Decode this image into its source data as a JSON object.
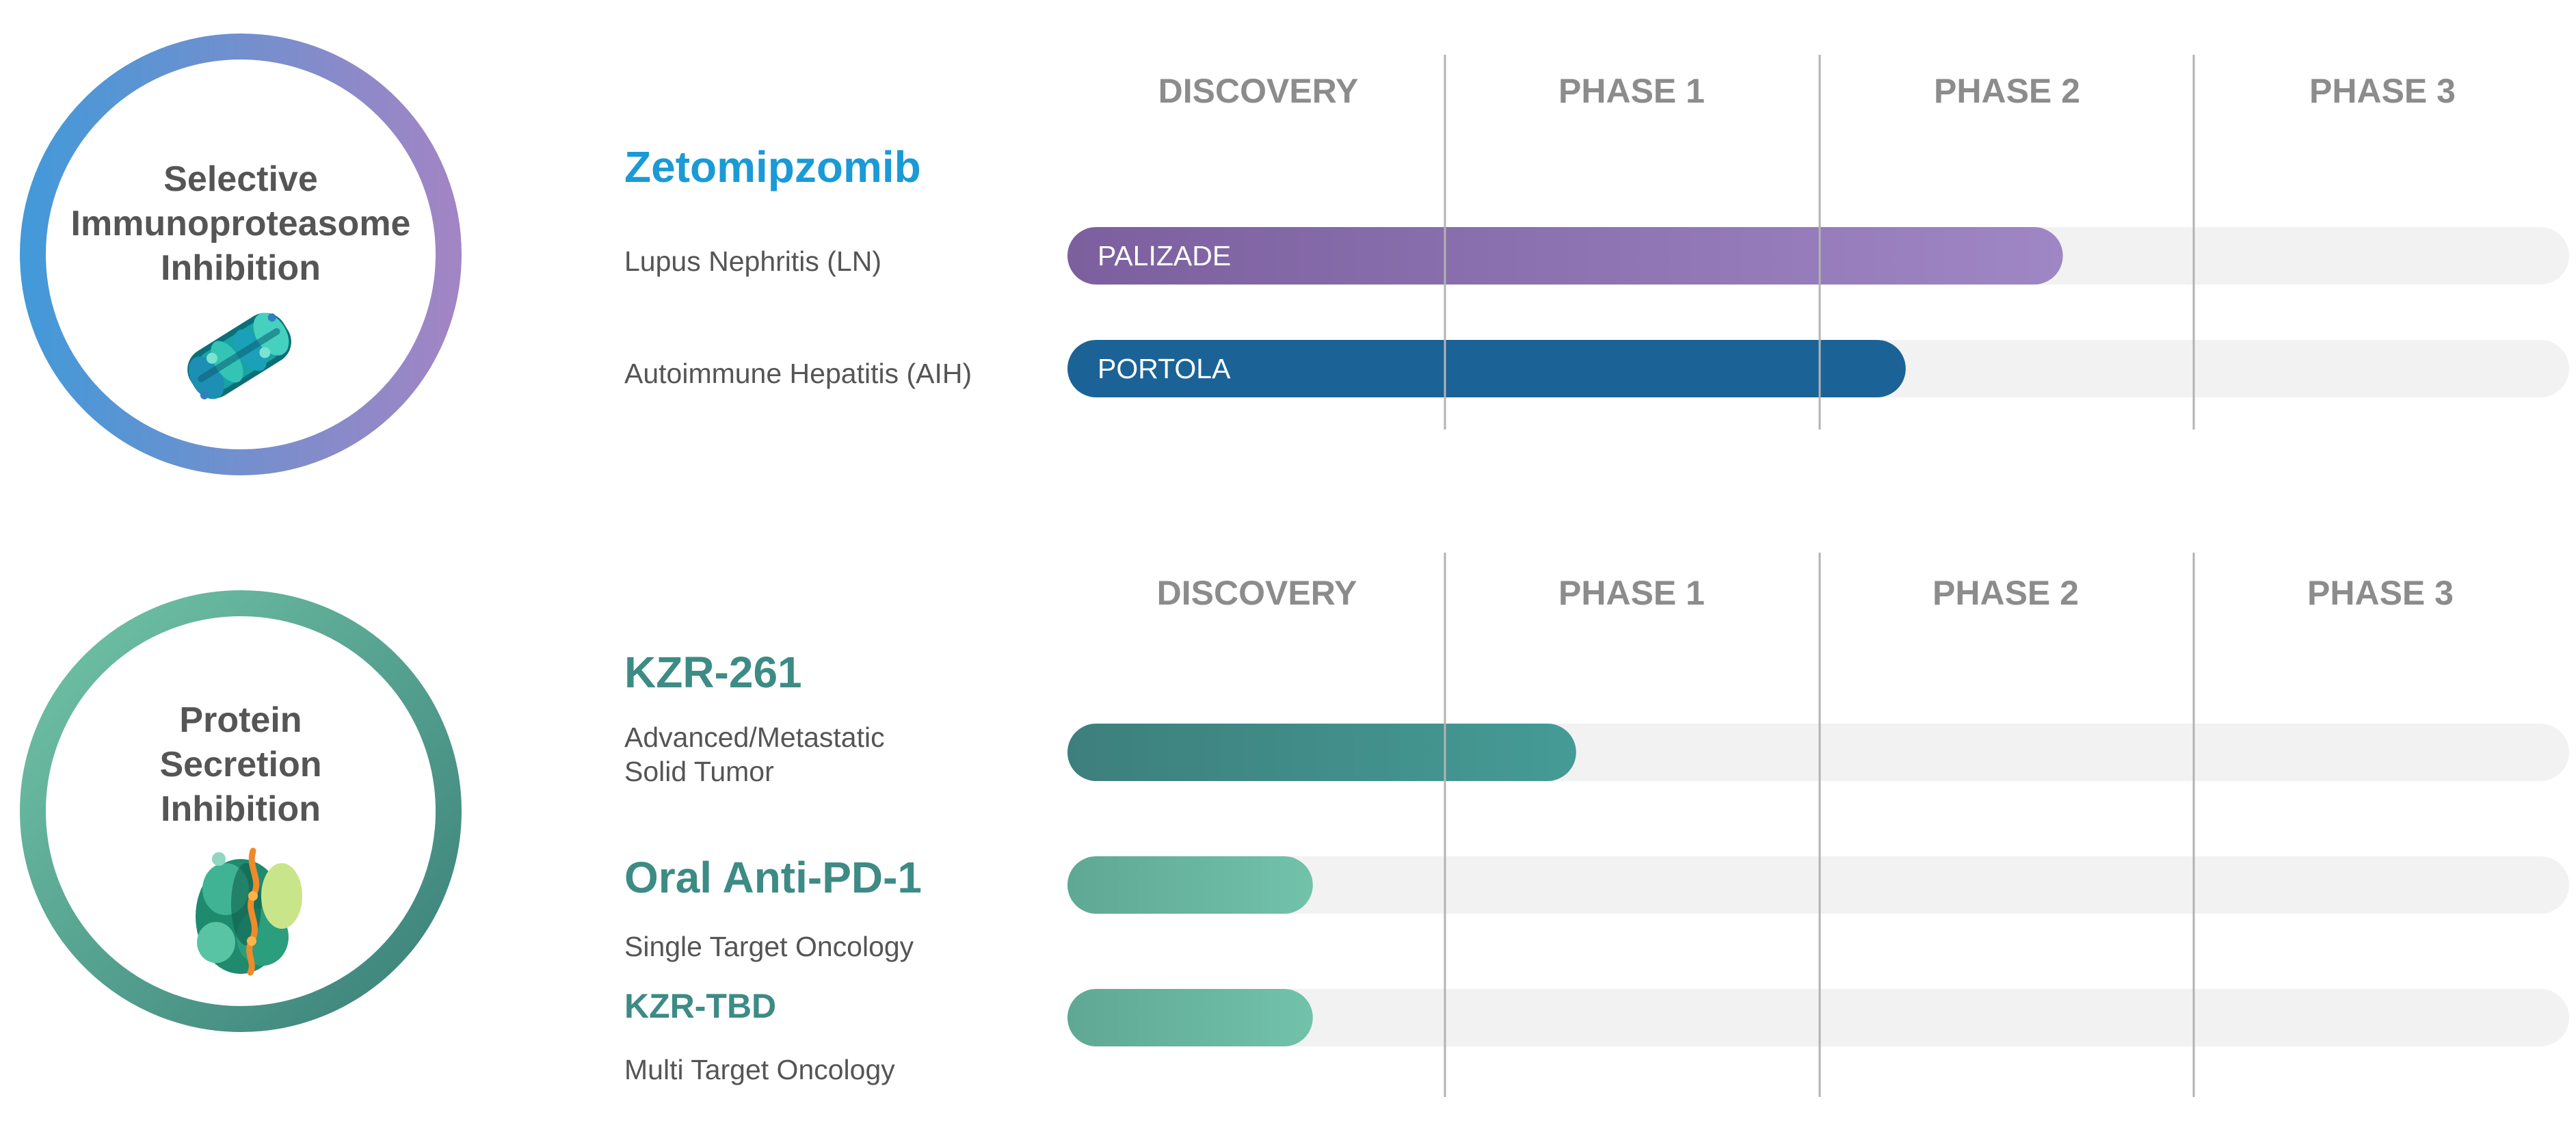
{
  "colors": {
    "purple_start": "#7b5f9e",
    "purple_end": "#9f86c4",
    "navy": "#1b6396",
    "teal_dark_start": "#3d7f7c",
    "teal_dark_end": "#459b96",
    "teal_light_start": "#5fa894",
    "teal_light_end": "#72c2aa",
    "zetomipzomib_text": "#1a9ad6",
    "teal_text": "#3d8b85",
    "track": "#f2f2f2"
  },
  "chart_data": [
    {
      "type": "bar",
      "orientation": "horizontal",
      "platform": [
        "Selective",
        "Immunoproteasome",
        "Inhibition"
      ],
      "platform_icon": "proteasome-molecule-icon",
      "phases": [
        "DISCOVERY",
        "PHASE 1",
        "PHASE 2",
        "PHASE 3"
      ],
      "programs": [
        {
          "name": "Zetomipzomib",
          "name_color": "#1a9ad6",
          "indications": [
            {
              "lines": [
                "Lupus Nephritis (LN)"
              ],
              "trial": "PALIZADE",
              "progress": 2.65,
              "color": "purple"
            },
            {
              "lines": [
                "Autoimmune Hepatitis (AIH)"
              ],
              "trial": "PORTOLA",
              "progress": 2.23,
              "color": "navy"
            }
          ]
        }
      ]
    },
    {
      "type": "bar",
      "orientation": "horizontal",
      "platform": [
        "Protein",
        "Secretion",
        "Inhibition"
      ],
      "platform_icon": "protein-structure-icon",
      "phases": [
        "DISCOVERY",
        "PHASE 1",
        "PHASE 2",
        "PHASE 3"
      ],
      "programs": [
        {
          "name": "KZR-261",
          "name_color": "#3d8b85",
          "indications": [
            {
              "lines": [
                "Advanced/Metastatic",
                "Solid Tumor"
              ],
              "trial": "",
              "progress": 1.35,
              "color": "teal_dark"
            }
          ]
        },
        {
          "name": "Oral Anti-PD-1",
          "name_color": "#3d8b85",
          "indications": [
            {
              "lines": [
                "Single Target Oncology"
              ],
              "trial": "",
              "progress": 0.65,
              "color": "teal_light"
            }
          ]
        },
        {
          "name": "KZR-TBD",
          "name_color": "#3d8b85",
          "indications": [
            {
              "lines": [
                "Multi Target Oncology"
              ],
              "trial": "",
              "progress": 0.65,
              "color": "teal_light"
            }
          ]
        }
      ]
    }
  ]
}
